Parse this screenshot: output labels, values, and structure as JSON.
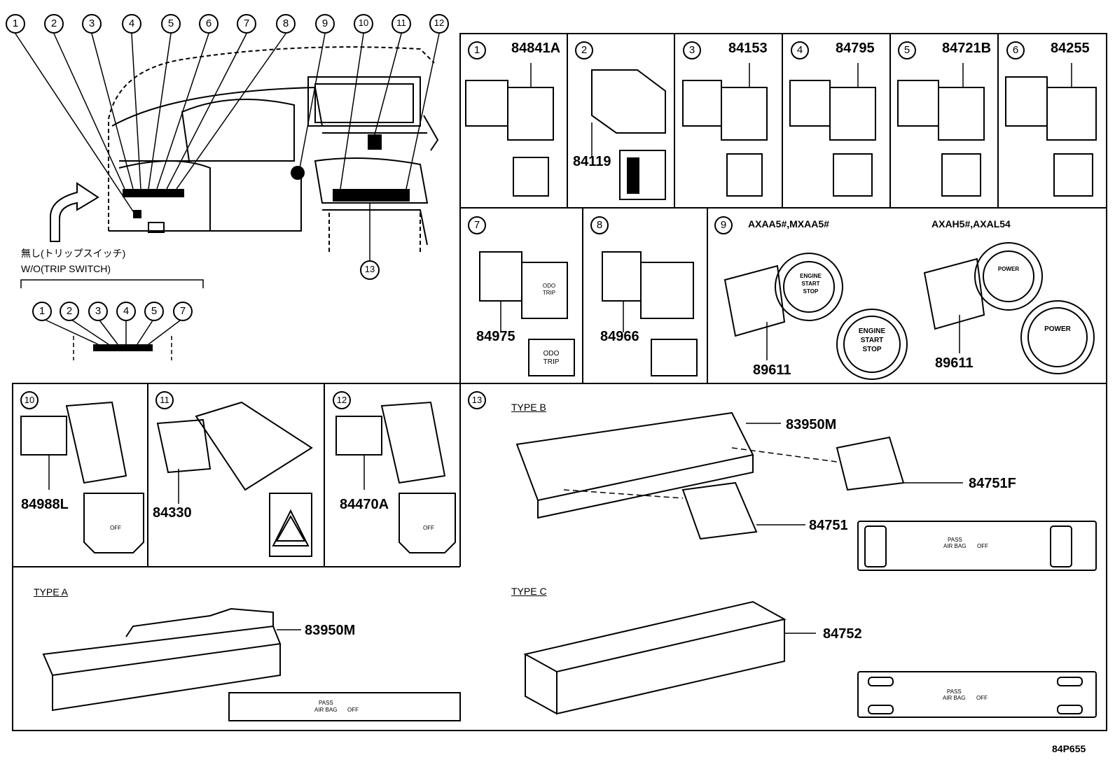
{
  "overview": {
    "callouts": [
      "1",
      "2",
      "3",
      "4",
      "5",
      "6",
      "7",
      "8",
      "9",
      "10",
      "11",
      "12",
      "13"
    ],
    "note_jp": "無し(トリップスイッチ)",
    "note_en": "W/O(TRIP SWITCH)",
    "sub_callouts": [
      "1",
      "2",
      "3",
      "4",
      "5",
      "7"
    ]
  },
  "panels": [
    {
      "num": "1",
      "part": "84841A"
    },
    {
      "num": "2",
      "part": "84119"
    },
    {
      "num": "3",
      "part": "84153"
    },
    {
      "num": "4",
      "part": "84795"
    },
    {
      "num": "5",
      "part": "84721B"
    },
    {
      "num": "6",
      "part": "84255"
    },
    {
      "num": "7",
      "part": "84975",
      "face": [
        "ODO",
        "TRIP"
      ]
    },
    {
      "num": "8",
      "part": "84966"
    },
    {
      "num": "9",
      "part_a": "89611",
      "part_b": "89611",
      "variant_a": "AXAA5#,MXAA5#",
      "variant_b": "AXAH5#,AXAL54",
      "face_a": [
        "ENGINE",
        "START",
        "STOP"
      ],
      "face_b": [
        "POWER"
      ]
    },
    {
      "num": "10",
      "part": "84988L",
      "face": "OFF"
    },
    {
      "num": "11",
      "part": "84330"
    },
    {
      "num": "12",
      "part": "84470A",
      "face": "OFF"
    },
    {
      "num": "13",
      "type_b": "TYPE B",
      "part_b1": "83950M",
      "part_b2": "84751F",
      "part_b3": "84751"
    }
  ],
  "type_a": {
    "label": "TYPE A",
    "part": "83950M"
  },
  "type_c": {
    "label": "TYPE C",
    "part": "84752"
  },
  "airbag": {
    "pass": "PASS",
    "airbag": "AIR BAG",
    "off": "OFF"
  },
  "drawing_code": "84P655"
}
